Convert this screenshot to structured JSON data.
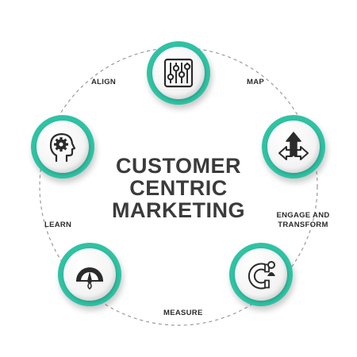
{
  "title": {
    "line1": "CUSTOMER",
    "line2": "CENTRIC",
    "line3": "MARKETING"
  },
  "stages": {
    "align": "ALIGN",
    "map": "MAP",
    "engage_line1": "ENGAGE AND",
    "engage_line2": "TRANSFORM",
    "measure": "MEASURE",
    "learn": "LEARN"
  },
  "icons": {
    "top": "equalizer-sliders-icon",
    "right": "direction-arrows-icon",
    "bottom_right": "magnet-user-icon",
    "bottom_left": "gauge-meter-icon",
    "left": "head-gear-icon"
  },
  "colors": {
    "accent": "#2fc2a4",
    "text": "#3b3b3b",
    "icon": "#2b2b2b"
  }
}
